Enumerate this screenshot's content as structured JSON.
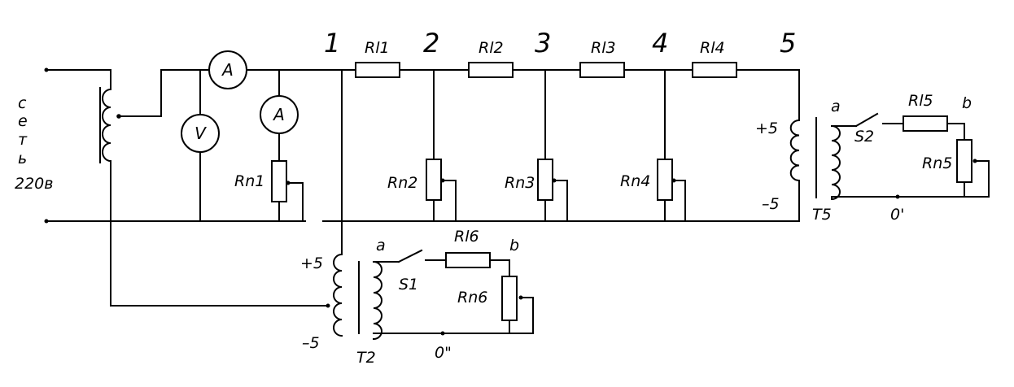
{
  "source_label": [
    "с",
    "е",
    "т",
    "ь",
    "220в"
  ],
  "nodes": [
    "1",
    "2",
    "3",
    "4",
    "5"
  ],
  "line_resistors": [
    "Rl1",
    "Rl2",
    "Rl3",
    "Rl4",
    "Rl5",
    "Rl6"
  ],
  "load_resistors": [
    "Rn1",
    "Rn2",
    "Rn3",
    "Rn4",
    "Rn5",
    "Rn6"
  ],
  "meters": {
    "ammeter": "A",
    "voltmeter": "V"
  },
  "transformers": {
    "t2": "T2",
    "t5": "T5"
  },
  "tap_labels": {
    "plus": "+5",
    "minus": "–5"
  },
  "terminals": {
    "a": "a",
    "b": "b"
  },
  "switches": {
    "s1": "S1",
    "s2": "S2"
  },
  "zero_labels": {
    "t5": "0'",
    "t2": "0\""
  }
}
